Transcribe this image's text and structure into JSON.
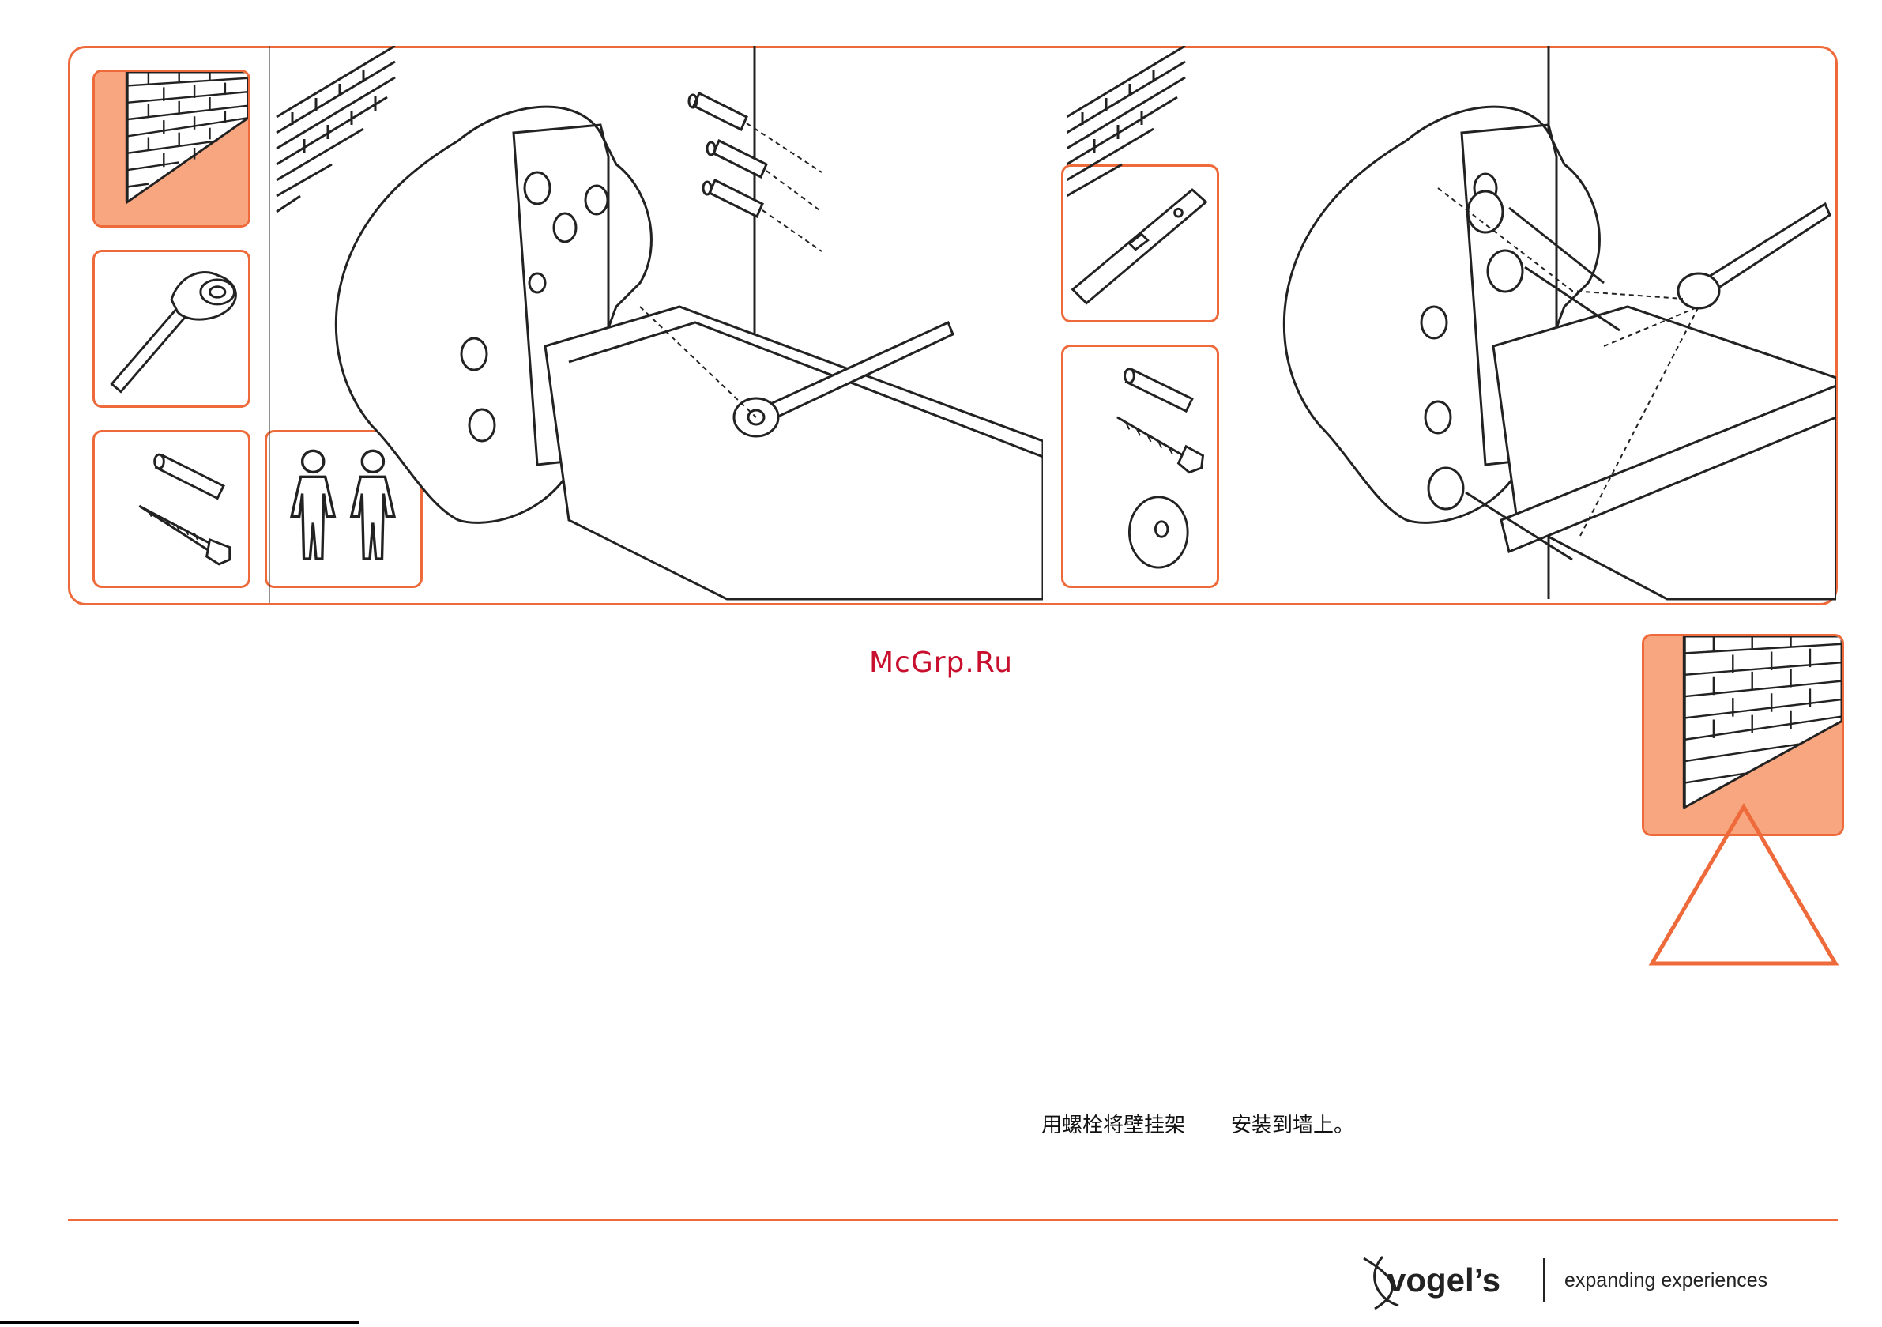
{
  "watermark": "McGrp.Ru",
  "instruction": {
    "part_a": "用螺栓将壁挂架",
    "part_b": "安装到墙上。"
  },
  "brand": {
    "logo_text": "vogel’s",
    "tagline": "expanding experiences"
  },
  "colors": {
    "accent": "#EE6A3A",
    "panel_fill": "#F7A67F",
    "watermark": "#C8102E"
  },
  "icons": [
    "brick-wall-icon",
    "socket-wrench-icon",
    "plug-and-screw-icon",
    "two-persons-icon",
    "spirit-level-icon",
    "washer-icon",
    "warning-triangle-icon"
  ]
}
